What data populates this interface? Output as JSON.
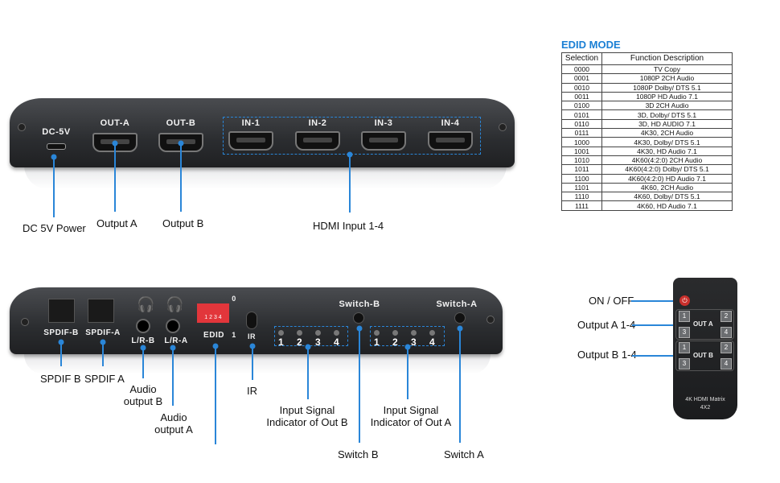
{
  "front_panel": {
    "port_labels": {
      "dc": "DC-5V",
      "out_a": "OUT-A",
      "out_b": "OUT-B",
      "in1": "IN-1",
      "in2": "IN-2",
      "in3": "IN-3",
      "in4": "IN-4"
    },
    "callouts": {
      "dc_power": "DC 5V Power",
      "output_a": "Output A",
      "output_b": "Output B",
      "hdmi_input": "HDMI Input 1-4"
    }
  },
  "rear_panel": {
    "port_labels": {
      "spdif_b": "SPDIF-B",
      "spdif_a": "SPDIF-A",
      "lr_b": "L/R-B",
      "lr_a": "L/R-A",
      "edid": "EDID",
      "dip_0": "0",
      "dip_1": "1",
      "dip_numbers": "1 2 3 4",
      "ir": "IR",
      "switch_b": "Switch-B",
      "switch_a": "Switch-A",
      "leds": [
        "1",
        "2",
        "3",
        "4"
      ]
    },
    "callouts": {
      "spdif_b": "SPDIF B",
      "spdif_a": "SPDIF A",
      "audio_b_1": "Audio",
      "audio_b_2": "output B",
      "audio_a_1": "Audio",
      "audio_a_2": "output A",
      "ir": "IR",
      "ind_b_1": "Input Signal",
      "ind_b_2": "Indicator of Out B",
      "ind_a_1": "Input Signal",
      "ind_a_2": "Indicator of Out A",
      "switch_b": "Switch B",
      "switch_a": "Switch A"
    }
  },
  "edid_table": {
    "title": "EDID MODE",
    "headers": [
      "Selection",
      "Function Description"
    ],
    "rows": [
      [
        "0000",
        "TV Copy"
      ],
      [
        "0001",
        "1080P 2CH Audio"
      ],
      [
        "0010",
        "1080P Dolby/ DTS 5.1"
      ],
      [
        "0011",
        "1080P HD Audio 7.1"
      ],
      [
        "0100",
        "3D 2CH Audio"
      ],
      [
        "0101",
        "3D, Dolby/ DTS 5.1"
      ],
      [
        "0110",
        "3D, HD AUDIO 7.1"
      ],
      [
        "0111",
        "4K30,  2CH Audio"
      ],
      [
        "1000",
        "4K30, Dolby/ DTS 5.1"
      ],
      [
        "1001",
        "4K30, HD Audio 7.1"
      ],
      [
        "1010",
        "4K60(4:2:0) 2CH Audio"
      ],
      [
        "1011",
        "4K60(4:2:0) Dolby/ DTS 5.1"
      ],
      [
        "1100",
        "4K60(4:2:0) HD Audio 7.1"
      ],
      [
        "1101",
        "4K60, 2CH Audio"
      ],
      [
        "1110",
        "4K60,  Dolby/ DTS 5.1"
      ],
      [
        "1111",
        "4K60, HD Audio 7.1"
      ]
    ]
  },
  "remote": {
    "callouts": {
      "power": "ON / OFF",
      "out_a": "Output A 1-4",
      "out_b": "Output B 1-4"
    },
    "out_a": "OUT  A",
    "out_b": "OUT  B",
    "keys": [
      "1",
      "2",
      "3",
      "4"
    ],
    "model_1": "4K HDMI Matrix",
    "model_2": "4X2"
  },
  "colors": {
    "accent": "#2a86d8",
    "title": "#1a7fd4",
    "power": "#c9302c"
  }
}
